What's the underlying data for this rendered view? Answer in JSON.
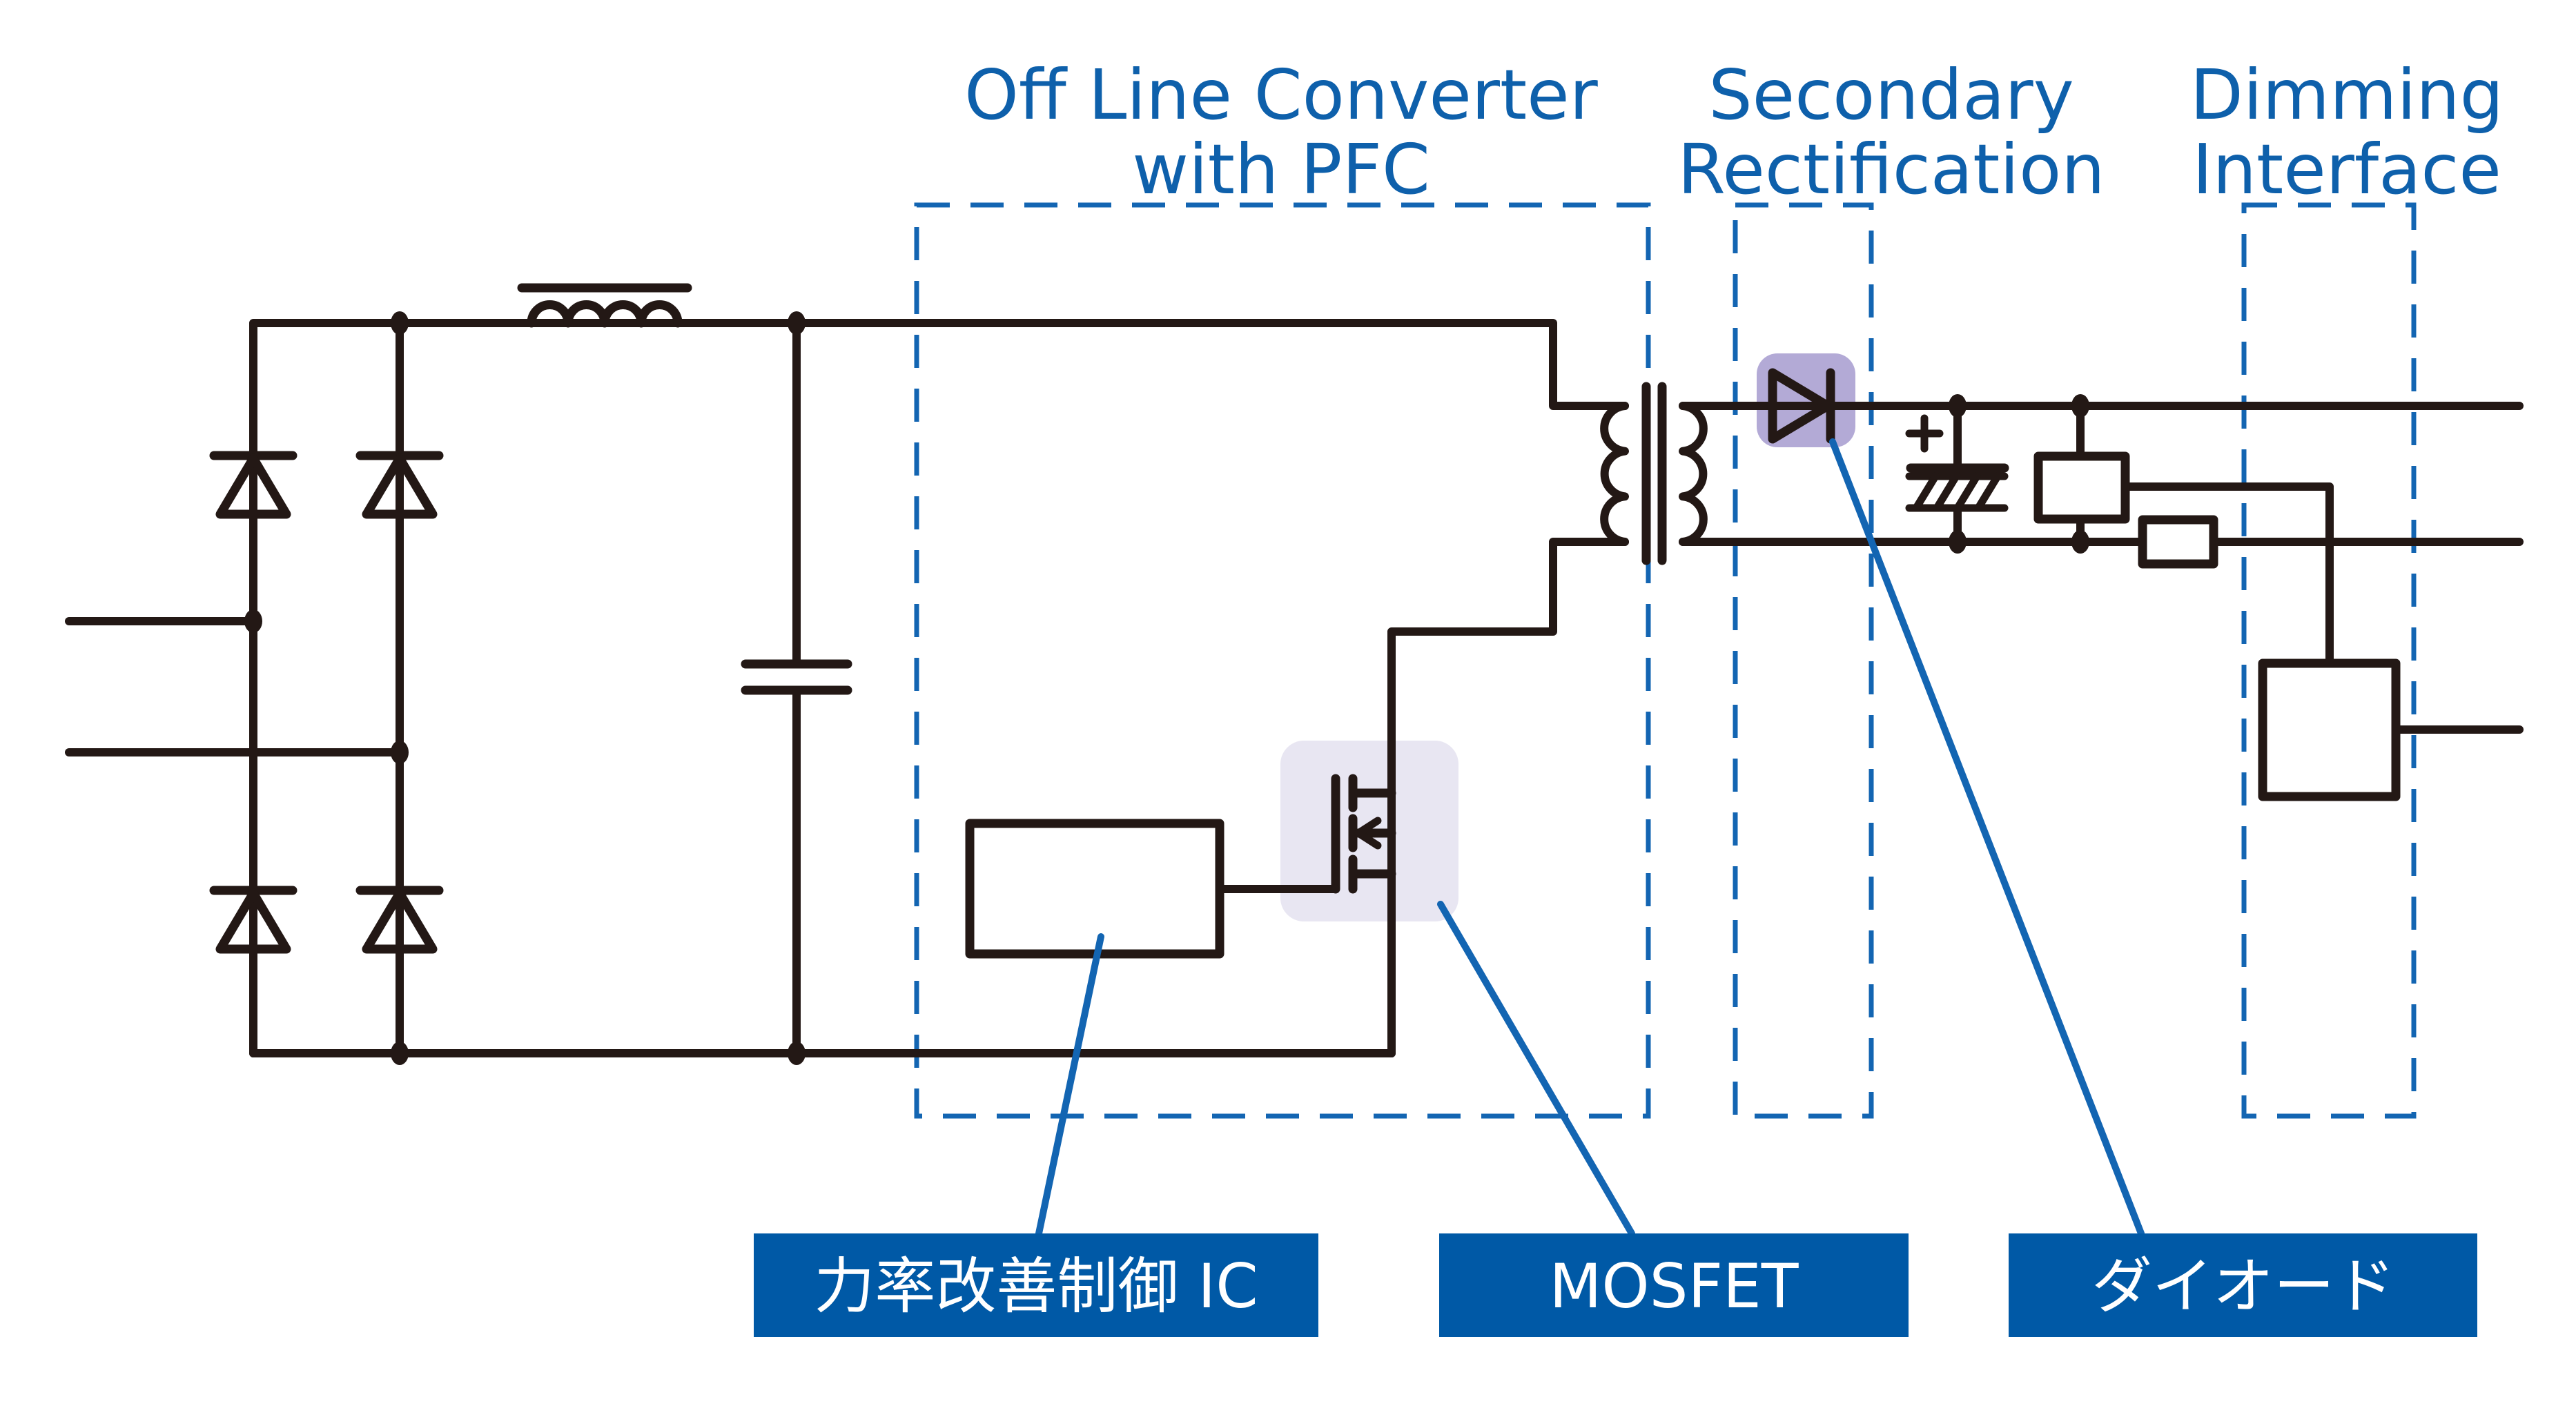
{
  "diagram": {
    "sections": [
      {
        "id": "pfc",
        "title_lines": [
          "Off Line Converter",
          "with PFC"
        ]
      },
      {
        "id": "secondary",
        "title_lines": [
          "Secondary",
          "Rectification"
        ]
      },
      {
        "id": "dimming",
        "title_lines": [
          "Dimming",
          "Interface"
        ]
      }
    ],
    "callouts": [
      {
        "id": "pfc_ic",
        "label": "力率改善制御 IC"
      },
      {
        "id": "mosfet",
        "label": "MOSFET"
      },
      {
        "id": "diode",
        "label": "ダイオード"
      }
    ],
    "colors": {
      "heading": "#0e60ab",
      "dash": "#1365b2",
      "leader": "#1365b2",
      "label_bg": "#0059a6",
      "label_text": "#ffffff",
      "wire_black": "#231815",
      "ic_fill": "#85c1e8",
      "mosfet_highlight": "#e8e6f2",
      "diode_highlight": "#b3aad6",
      "background": "#ffffff"
    }
  }
}
